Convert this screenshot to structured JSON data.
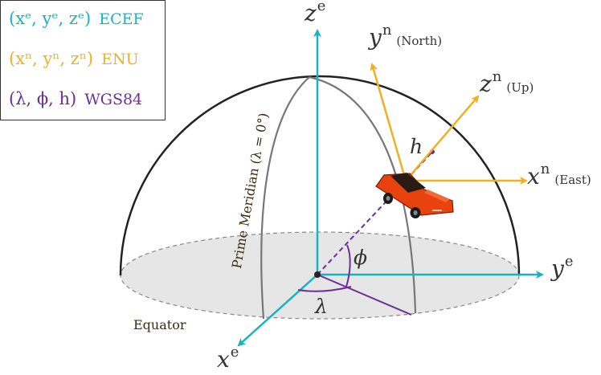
{
  "legend": {
    "ecef": {
      "symbol": "(xᵉ, yᵉ, zᵉ)",
      "name": "ECEF"
    },
    "enu": {
      "symbol": "(xⁿ, yⁿ, zⁿ)",
      "name": "ENU"
    },
    "wgs84": {
      "symbol": "(λ, ϕ, h)",
      "name": "WGS84"
    }
  },
  "axes": {
    "ze": {
      "base": "z",
      "sup": "e"
    },
    "ye": {
      "base": "y",
      "sup": "e"
    },
    "xe": {
      "base": "x",
      "sup": "e"
    },
    "yn": {
      "base": "y",
      "sup": "n",
      "note": "(North)"
    },
    "zn": {
      "base": "z",
      "sup": "n",
      "note": "(Up)"
    },
    "xn": {
      "base": "x",
      "sup": "n",
      "note": "(East)"
    }
  },
  "labels": {
    "h": "h",
    "phi": "ϕ",
    "lambda": "λ",
    "equator": "Equator",
    "prime_meridian": "Prime Meridian (λ = 0°)"
  },
  "colors": {
    "ecef": "#17b3c1",
    "enu": "#f0b022",
    "wgs84": "#6d2d9c",
    "globe_outline": "#222222",
    "meridian": "#777777",
    "equator_fill": "#e6e6e6",
    "car_body": "#e8420e"
  }
}
